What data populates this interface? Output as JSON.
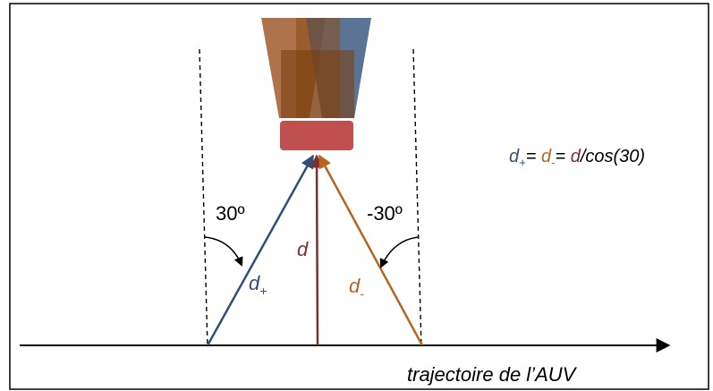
{
  "labels": {
    "angle_positive": "30º",
    "angle_negative": "-30º",
    "d_center": "d",
    "d_plus_base": "d",
    "d_plus_sub": "+",
    "d_minus_base": "d",
    "d_minus_sub": "-",
    "axis_label": "trajectoire de l’AUV"
  },
  "equation": {
    "d_plus_base": "d",
    "d_plus_sub": "+",
    "eq1": "= ",
    "d_minus_base": "d",
    "d_minus_sub": "-",
    "eq2": "= ",
    "d": "d",
    "rest": "/cos(30)"
  },
  "colors": {
    "frame": "#000000",
    "d_plus": "#2f4e7a",
    "d_center": "#7a2f35",
    "d_minus": "#b5651d",
    "text": "#000000",
    "device_body": "#c0504d",
    "beam_left": "#a05a2c",
    "beam_center": "#7a4a1c",
    "beam_right": "#3e5a82"
  }
}
